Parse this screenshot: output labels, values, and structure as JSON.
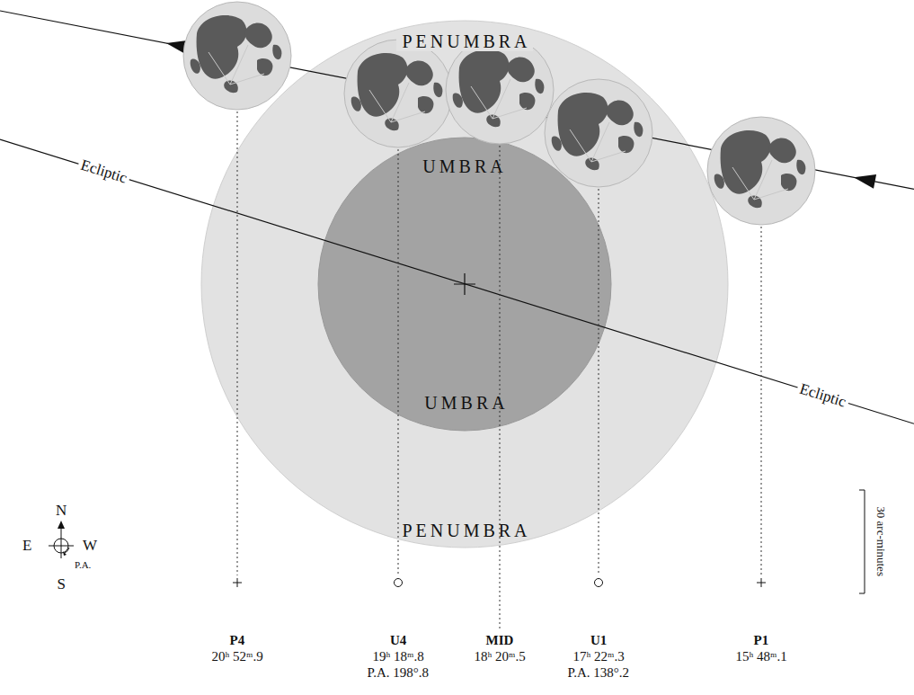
{
  "diagram": {
    "nodes": [
      {
        "text": [
          "PENUMBRA",
          "PENUMBRA"
        ]
      },
      {
        "text": [
          "UMBRA",
          "UMBRA"
        ],
        "in": 0
      }
    ],
    "labels": [
      "Ecliptic",
      "Ecliptic",
      "N",
      "E",
      "W",
      "P.A.",
      "S",
      "30 arc-minutes",
      "P4",
      "20ʰ 52ᵐ.9",
      "U4",
      "19ʰ 18ᵐ.8",
      "P.A. 198°.8",
      "MID",
      "18ʰ 20ᵐ.5",
      "U1",
      "17ʰ 22ᵐ.3",
      "P.A. 138°.2",
      "P1",
      "15ʰ 48ᵐ.1"
    ]
  }
}
